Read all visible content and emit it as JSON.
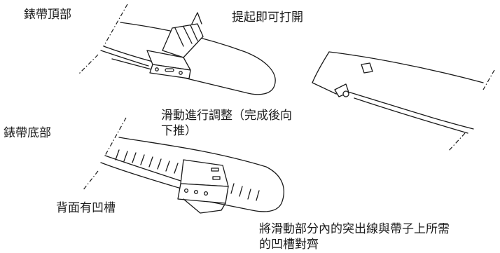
{
  "labels": {
    "band_top": "錶帶頂部",
    "lift_to_open": "提起即可打開",
    "slide_adjust_line1": "滑動進行調整（完成後向",
    "slide_adjust_line2": "下推）",
    "band_bottom": "錶帶底部",
    "back_grooves": "背面有凹槽",
    "align_line1": "將滑動部分內的突出線與帶子上所需",
    "align_line2": "的凹槽對齊"
  }
}
